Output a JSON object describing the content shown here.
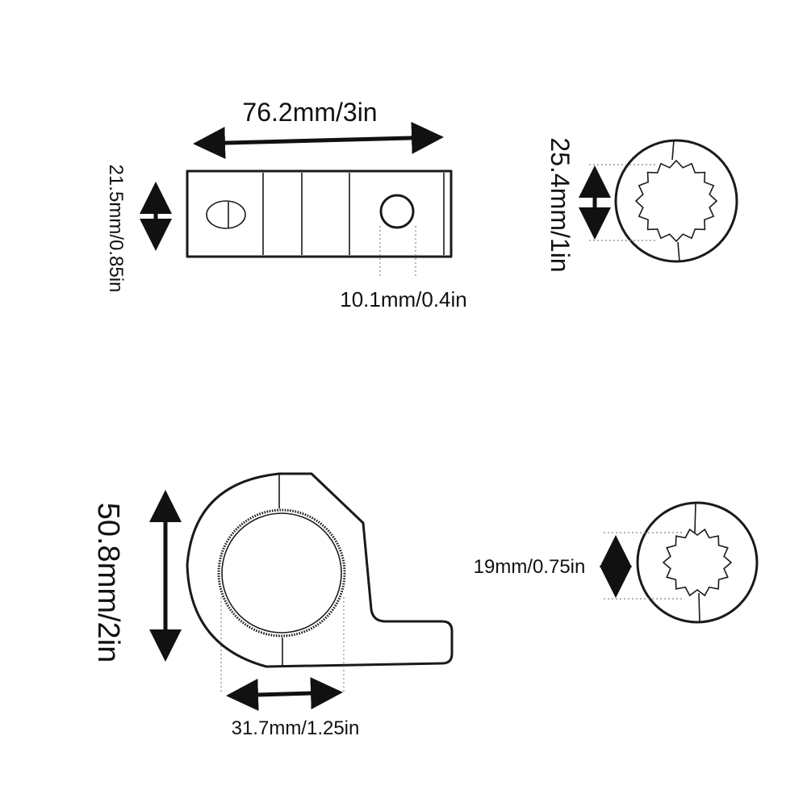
{
  "dimensions": {
    "top_length": "76.2mm/3in",
    "top_height": "21.5mm/0.85in",
    "top_hole": "10.1mm/0.4in",
    "top_ring": "25.4mm/1in",
    "bottom_height": "50.8mm/2in",
    "bottom_bore": "31.7mm/1.25in",
    "bottom_ring": "19mm/0.75in"
  }
}
